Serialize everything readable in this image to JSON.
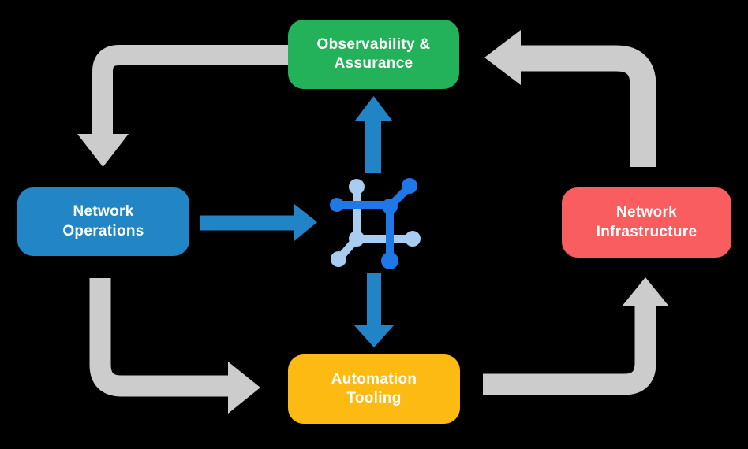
{
  "title": "Network automation lifecycle diagram",
  "colors": {
    "background": "#000000",
    "observability": "#23B25A",
    "operations": "#2286C6",
    "infrastructure": "#F95D5F",
    "automation": "#FCBA12",
    "flow_arrow": "#2184C7",
    "cycle_arrow": "#CCCCCC",
    "icon_dark": "#1E78E8",
    "icon_light": "#A9CCF1",
    "text": "#FFFFFF"
  },
  "nodes": {
    "observability": {
      "line1": "Observability &",
      "line2": "Assurance"
    },
    "operations": {
      "line1": "Network",
      "line2": "Operations"
    },
    "infrastructure": {
      "line1": "Network",
      "line2": "Infrastructure"
    },
    "automation": {
      "line1": "Automation",
      "line2": "Tooling"
    }
  },
  "center_icon": {
    "name": "network-mesh-icon"
  },
  "flows": {
    "cycle": [
      "observability-to-operations",
      "operations-to-automation",
      "automation-to-infrastructure",
      "infrastructure-to-observability"
    ],
    "blue": [
      "operations-to-center",
      "center-to-observability",
      "center-to-automation"
    ]
  }
}
